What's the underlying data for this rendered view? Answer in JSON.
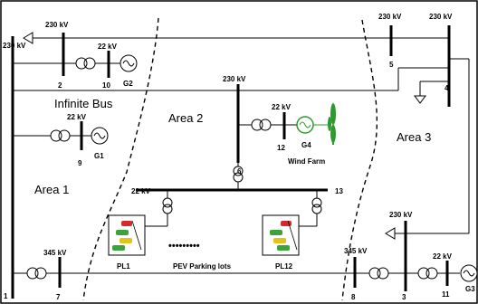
{
  "frame": {
    "border_color": "#000000"
  },
  "areas": {
    "a1": "Area 1",
    "a2": "Area 2",
    "a3": "Area 3"
  },
  "infinite_bus": "Infinite Bus",
  "buses": {
    "b1": "1",
    "b2": "2",
    "b3": "3",
    "b4": "4",
    "b5": "5",
    "b6": "6",
    "b7": "7",
    "b8": "8",
    "b9": "9",
    "b10": "10",
    "b11": "11",
    "b12": "12",
    "b13": "13"
  },
  "voltages": {
    "v230_left": "230 kV",
    "v230_top_left": "230 kV",
    "v22_g2": "22 kV",
    "v230_mid": "230 kV",
    "v22_g4": "22 kV",
    "v22_g1": "22 kV",
    "v22_pev": "22 kV",
    "v230_top_right1": "230 kV",
    "v230_top_right2": "230 kV",
    "v230_right": "230 kV",
    "v345_left": "345 kV",
    "v345_right": "345 kV",
    "v22_right": "22 kV"
  },
  "generators": {
    "g1": "G1",
    "g2": "G2",
    "g4": "G4",
    "g3": "G3"
  },
  "wind_farm": "Wind Farm",
  "parking": {
    "pl1": "PL1",
    "pl12": "PL12",
    "caption": "PEV Parking lots",
    "dots": "•••••••••"
  },
  "colors": {
    "wind_green": "#2e9a2e",
    "car_red": "#d42a2a",
    "car_green": "#3aa43a",
    "car_yellow": "#e3c21a"
  }
}
